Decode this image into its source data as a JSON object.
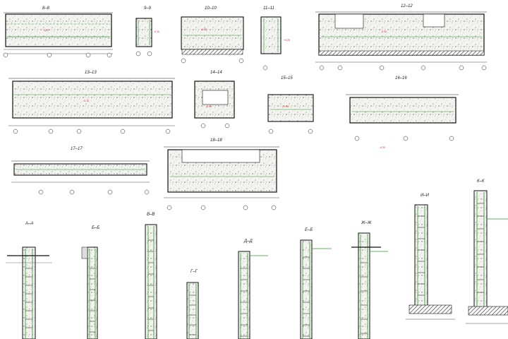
{
  "drawing": {
    "sections": [
      {
        "id": "8-8",
        "title": "8–8"
      },
      {
        "id": "9-9",
        "title": "9–9"
      },
      {
        "id": "10-10",
        "title": "10–10"
      },
      {
        "id": "11-11",
        "title": "11–11"
      },
      {
        "id": "12-12",
        "title": "12–12"
      },
      {
        "id": "13-13",
        "title": "13–13"
      },
      {
        "id": "14-14",
        "title": "14–14"
      },
      {
        "id": "15-15",
        "title": "15–15"
      },
      {
        "id": "16-16",
        "title": "16–16"
      },
      {
        "id": "17-17",
        "title": "17–17"
      },
      {
        "id": "18-18",
        "title": "18–18"
      }
    ],
    "details": [
      {
        "id": "A-A",
        "title": "А–А"
      },
      {
        "id": "B-B",
        "title": "Б–Б"
      },
      {
        "id": "V-V",
        "title": "В–В"
      },
      {
        "id": "G-G",
        "title": "Г–Г"
      },
      {
        "id": "D-D",
        "title": "Д–Д"
      },
      {
        "id": "E-E",
        "title": "Е–Е"
      },
      {
        "id": "ZH-ZH",
        "title": "Ж–Ж"
      },
      {
        "id": "I-I",
        "title": "И–И"
      },
      {
        "id": "K-K",
        "title": "К–К"
      }
    ]
  }
}
